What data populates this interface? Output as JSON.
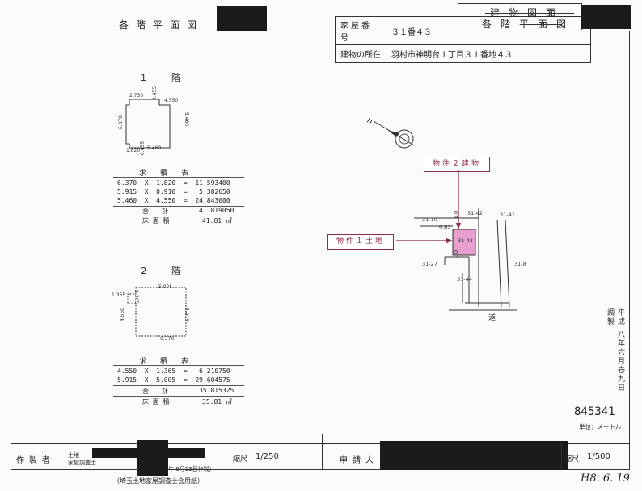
{
  "header": {
    "left_title": "各階平面図",
    "house_number_label": "家屋番号",
    "house_number_value": "３１番４３",
    "location_label": "建物の所在",
    "location_value": "羽村市神明台１丁目３１番地４３",
    "right_title_struck": "建物図面",
    "right_title": "各階平面図"
  },
  "floor1": {
    "title": "１　階",
    "dims": [
      "2.730",
      "0.455",
      "4.550",
      "5.460",
      "6.370",
      "1.820",
      "0.455",
      "5.460"
    ],
    "calc_title": "求　積　表",
    "rows": [
      "6.370  X  1.820  =  11.593400",
      "5.915  X  0.910  =   5.382650",
      "5.460  X  4.550  =  24.843000"
    ],
    "total_label": "合　　計",
    "total_value": "41.819050",
    "area_label": "床 面 積",
    "area_value": "41.81 ㎡"
  },
  "floor2": {
    "title": "２　階",
    "dims": [
      "1.365",
      "1.365",
      "5.005",
      "4.550",
      "5.915",
      "6.370"
    ],
    "calc_title": "求　積　表",
    "rows": [
      "4.550  X  1.365  =   6.210750",
      "5.915  X  5.005  =  29.604575"
    ],
    "total_label": "合　　計",
    "total_value": "35.815325",
    "area_label": "床 面 積",
    "area_value": "35.81 ㎡"
  },
  "map": {
    "label_building": "物件２建物",
    "label_land": "物件１土地",
    "lots": [
      "31-42",
      "31-41",
      "31-10",
      "31-43",
      "31-27",
      "31-44",
      "31-8"
    ],
    "dims": [
      "1.0",
      "0.85",
      "1.0"
    ],
    "road": "道"
  },
  "side": {
    "date_vertical": "平成 八年六月壱九日 調製",
    "doc_number": "845341",
    "unit": "単位；メートル"
  },
  "footer": {
    "maker_label": "作製者",
    "maker_line1": "土地",
    "maker_line2": "家屋調査士",
    "maker_date": "年 6月13日作製）",
    "scale_label": "縮尺",
    "scale_left": "1/250",
    "applicant_label": "申請人",
    "scale_right": "1/500",
    "association": "（埼玉土地家屋調査士会用紙）",
    "handwritten": "H8. 6. 19"
  }
}
